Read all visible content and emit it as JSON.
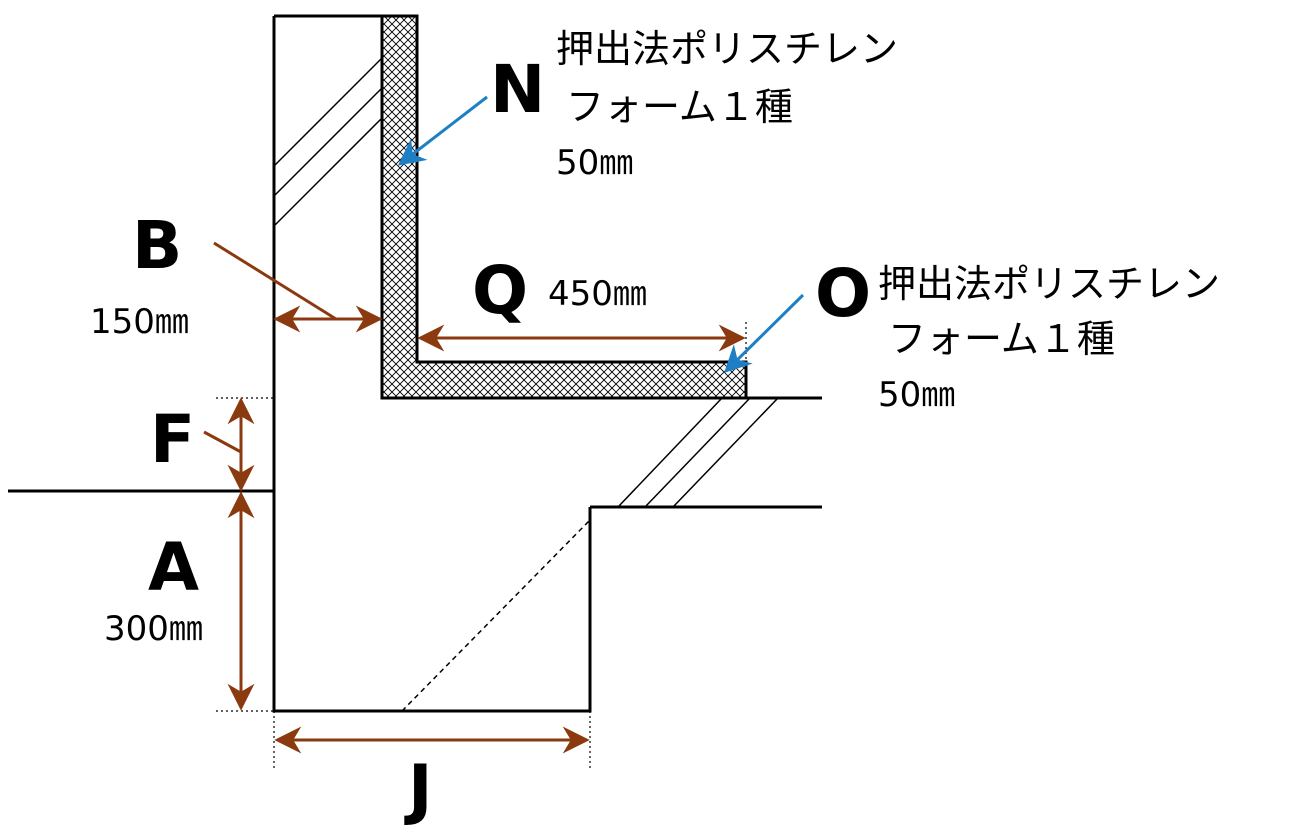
{
  "labels": {
    "N": "N",
    "O": "O",
    "B": "B",
    "F": "F",
    "A": "A",
    "J": "J",
    "Q": "Q"
  },
  "dimensions": {
    "B": "150㎜",
    "A": "300㎜",
    "Q": "450㎜"
  },
  "insulation_N": {
    "line1": "押出法ポリスチレン",
    "line2": "フォーム１種",
    "thickness": "50㎜"
  },
  "insulation_O": {
    "line1": "押出法ポリスチレン",
    "line2": "フォーム１種",
    "thickness": "50㎜"
  },
  "colors": {
    "dimension": "#8b3a0f",
    "leader": "#1f7fc4",
    "line": "#000000"
  }
}
